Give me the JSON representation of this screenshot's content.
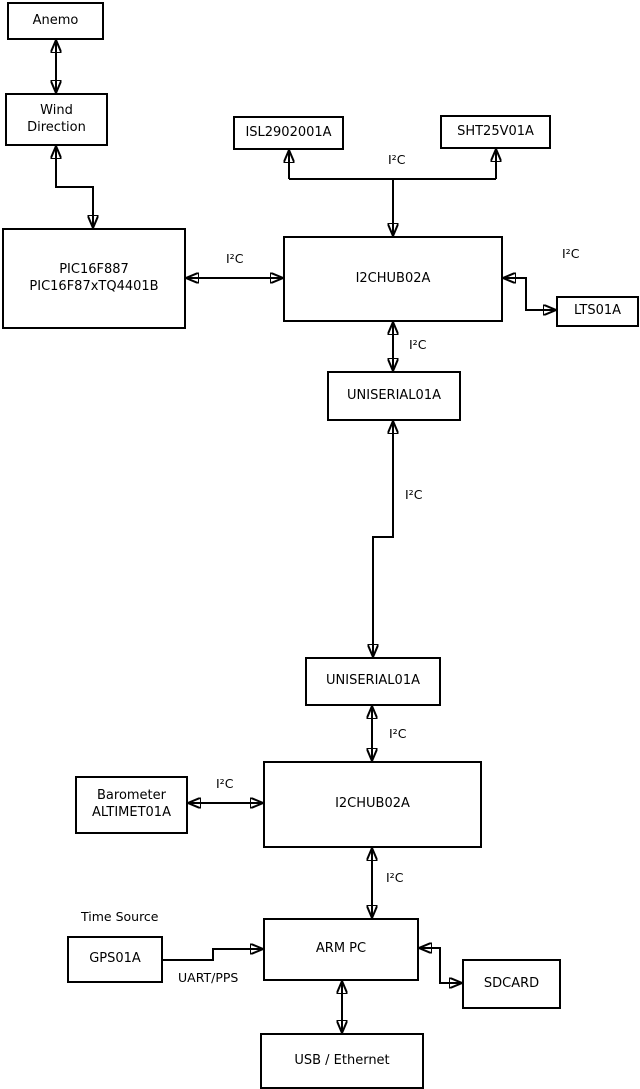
{
  "i2c_label": "I²C",
  "nodes": {
    "anemo": "Anemo",
    "wind_direction": {
      "line1": "Wind",
      "line2": "Direction"
    },
    "pic": {
      "line1": "PIC16F887",
      "line2": "PIC16F87xTQ4401B"
    },
    "isl": "ISL2902001A",
    "sht": "SHT25V01A",
    "hub_top": "I2CHUB02A",
    "lts": "LTS01A",
    "uniserial_upper": "UNISERIAL01A",
    "uniserial_lower": "UNISERIAL01A",
    "hub_bottom": "I2CHUB02A",
    "barometer": {
      "line1": "Barometer",
      "line2": "ALTIMET01A"
    },
    "gps": "GPS01A",
    "arm_pc": "ARM PC",
    "sdcard": "SDCARD",
    "usb_ethernet": "USB / Ethernet"
  },
  "edge_labels": {
    "time_source": "Time Source",
    "uart_pps": "UART/PPS"
  },
  "colors": {
    "line": "#000000",
    "background": "#ffffff",
    "box_fill": "#ffffff",
    "text": "#000000"
  },
  "edges": [
    {
      "from": "Anemo",
      "to": "Wind Direction",
      "bidirectional": true,
      "label": ""
    },
    {
      "from": "Wind Direction",
      "to": "PIC16F887 PIC16F87xTQ4401B",
      "bidirectional": true,
      "label": ""
    },
    {
      "from": "PIC16F887 PIC16F87xTQ4401B",
      "to": "I2CHUB02A (top)",
      "bidirectional": true,
      "label": "I²C"
    },
    {
      "from": "I2CHUB02A (top)",
      "to": "ISL2902001A",
      "bidirectional": true,
      "label": "I²C"
    },
    {
      "from": "I2CHUB02A (top)",
      "to": "SHT25V01A",
      "bidirectional": true,
      "label": "I²C"
    },
    {
      "from": "I2CHUB02A (top)",
      "to": "LTS01A",
      "bidirectional": true,
      "label": "I²C"
    },
    {
      "from": "I2CHUB02A (top)",
      "to": "UNISERIAL01A (upper)",
      "bidirectional": true,
      "label": "I²C"
    },
    {
      "from": "UNISERIAL01A (upper)",
      "to": "UNISERIAL01A (lower)",
      "bidirectional": true,
      "label": "I²C"
    },
    {
      "from": "UNISERIAL01A (lower)",
      "to": "I2CHUB02A (bottom)",
      "bidirectional": true,
      "label": "I²C"
    },
    {
      "from": "Barometer ALTIMET01A",
      "to": "I2CHUB02A (bottom)",
      "bidirectional": true,
      "label": "I²C"
    },
    {
      "from": "I2CHUB02A (bottom)",
      "to": "ARM PC",
      "bidirectional": true,
      "label": "I²C"
    },
    {
      "from": "GPS01A",
      "to": "ARM PC",
      "bidirectional": false,
      "label": "UART/PPS"
    },
    {
      "from": "ARM PC",
      "to": "SDCARD",
      "bidirectional": true,
      "label": ""
    },
    {
      "from": "ARM PC",
      "to": "USB / Ethernet",
      "bidirectional": true,
      "label": ""
    }
  ]
}
